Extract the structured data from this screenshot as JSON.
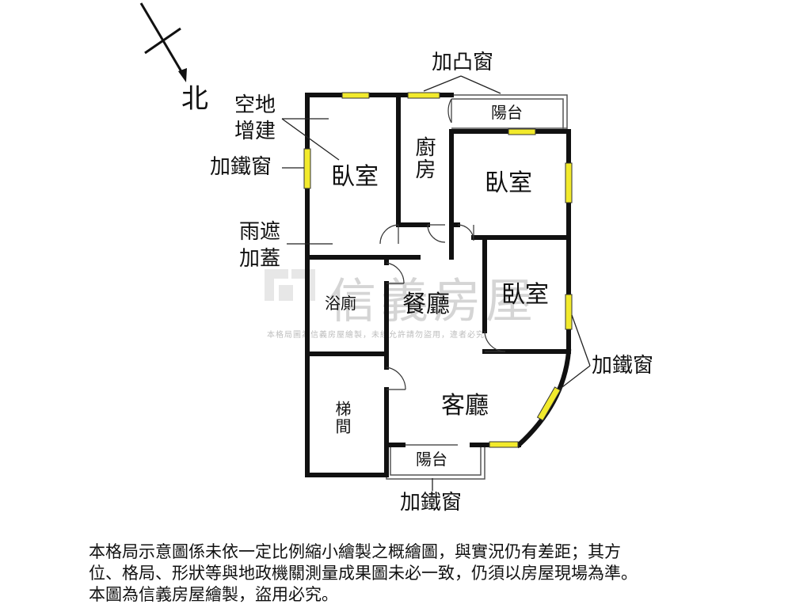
{
  "compass": {
    "north_label": "北"
  },
  "rooms": {
    "bedroom_left": "臥室",
    "kitchen": "廚房",
    "bedroom_right": "臥室",
    "bedroom_small": "臥室",
    "dining": "餐廳",
    "bathroom": "浴廁",
    "living": "客廳",
    "stairwell": "梯間",
    "balcony_top": "陽台",
    "balcony_bottom": "陽台"
  },
  "callouts": {
    "bay_window": "加凸窗",
    "open_land_line1": "空地",
    "open_land_line2": "增建",
    "iron_window_left": "加鐵窗",
    "canopy_line1": "雨遮",
    "canopy_line2": "加蓋",
    "iron_window_right": "加鐵窗",
    "iron_window_bottom": "加鐵窗"
  },
  "watermark": {
    "brand": "信義房屋",
    "note": "本格局圖為信義房屋繪製，未經允許請勿盜用，違者必究"
  },
  "disclaimer": {
    "line1": "本格局示意圖係未依一定比例縮小繪製之概繪圖，與實況仍有差距；其方",
    "line2": "位、格局、形狀等與地政機關測量成果圖未必一致，仍須以房屋現場為準。",
    "line3": "本圖為信義房屋繪製，盜用必究。"
  }
}
